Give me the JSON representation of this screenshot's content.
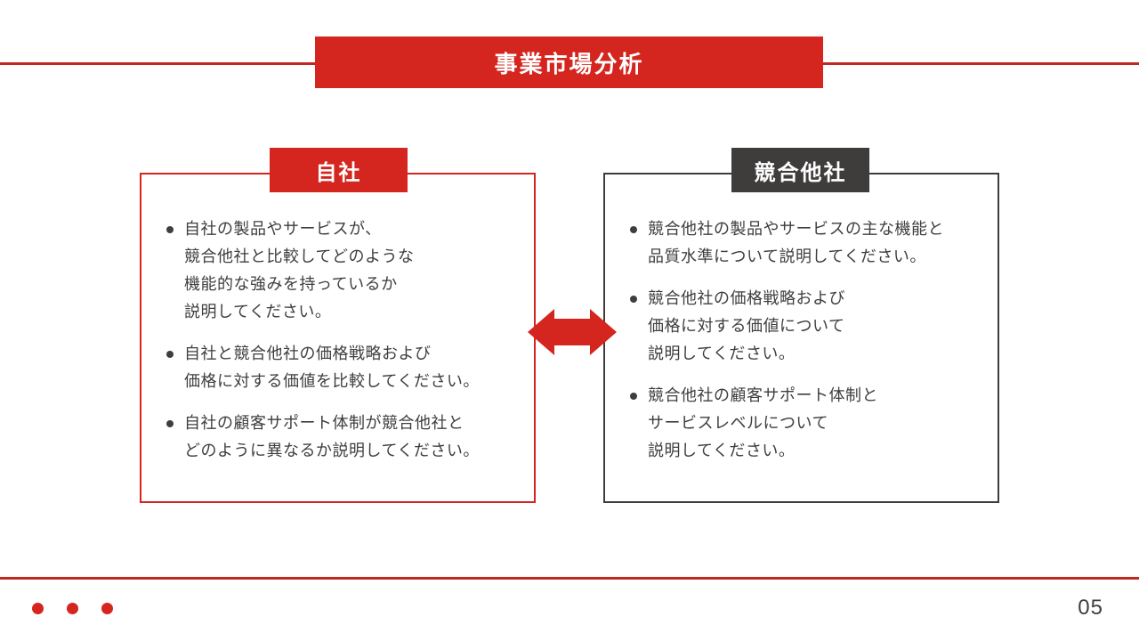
{
  "slide": {
    "title": "事業市場分析",
    "page_number": "05"
  },
  "colors": {
    "accent_red": "#D4251F",
    "line_red": "#C0271E",
    "dark_gray": "#3F3C3C",
    "text_gray": "#3E3E3E"
  },
  "left_panel": {
    "header": "自社",
    "bullets": [
      "自社の製品やサービスが、\n競合他社と比較してどのような\n機能的な強みを持っているか\n説明してください。",
      "自社と競合他社の価格戦略および\n価格に対する価値を比較してください。",
      "自社の顧客サポート体制が競合他社と\nどのように異なるか説明してください。"
    ]
  },
  "right_panel": {
    "header": "競合他社",
    "bullets": [
      "競合他社の製品やサービスの主な機能と\n品質水準について説明してください。",
      "競合他社の価格戦略および\n価格に対する価値について\n説明してください。",
      "競合他社の顧客サポート体制と\nサービスレベルについて\n説明してください。"
    ]
  }
}
